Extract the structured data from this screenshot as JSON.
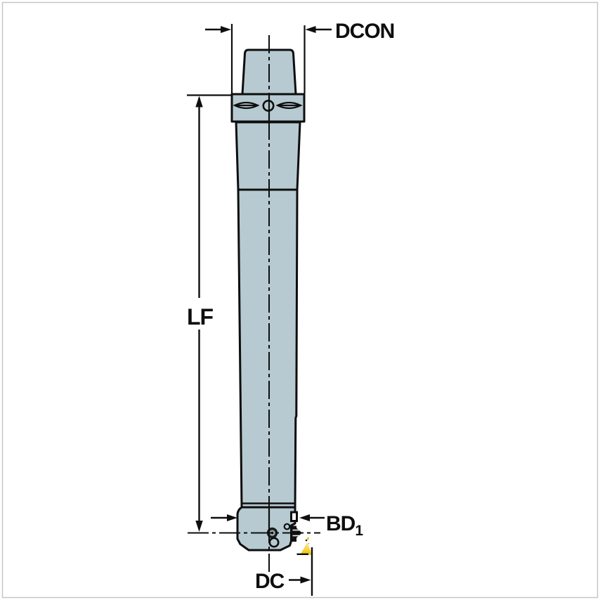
{
  "diagram": {
    "labels": {
      "dcon": "DCON",
      "lf": "LF",
      "bd1_main": "BD",
      "bd1_sub": "1",
      "dc": "DC"
    },
    "colors": {
      "body_fill": "#b7cad1",
      "outline": "#0e0e0e",
      "insert_yellow": "#f0c100",
      "insert_light": "#fdf0a8",
      "screw_gray": "#93a5ab",
      "frame_gray": "#c6c6c6",
      "background": "#ffffff"
    }
  }
}
